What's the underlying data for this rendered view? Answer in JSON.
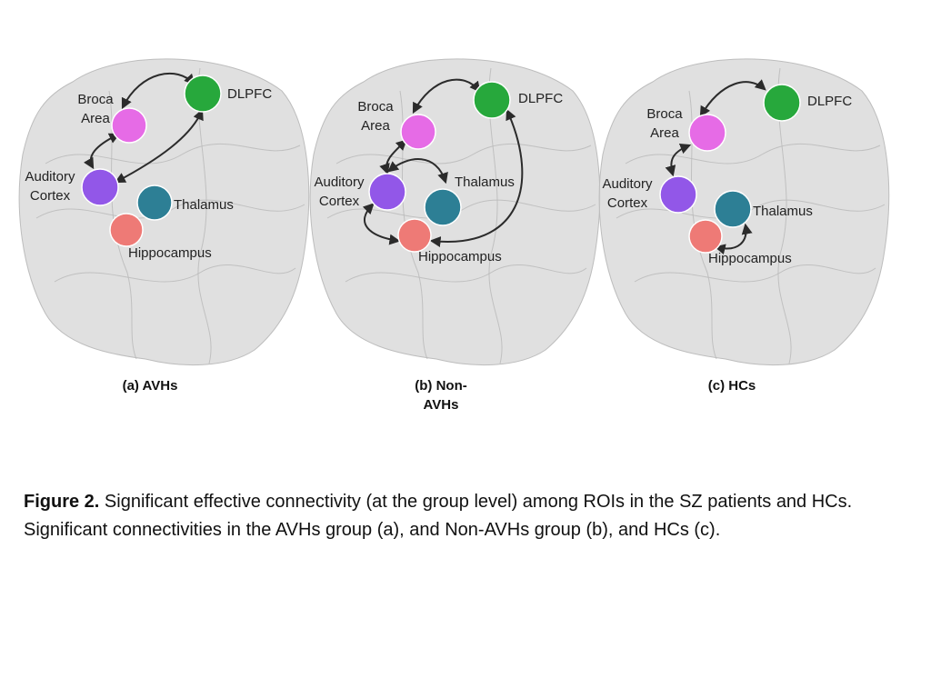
{
  "colors": {
    "broca": "#e66be6",
    "dlpfc": "#27a83c",
    "auditory": "#9257e8",
    "thalamus": "#2d7f95",
    "hippocampus": "#ee7a76",
    "arrow": "#2b2b2b",
    "brain": "#d6d6d6"
  },
  "regions": {
    "broca": "Broca Area",
    "broca_line1": "Broca",
    "broca_line2": "Area",
    "dlpfc": "DLPFC",
    "auditory_line1": "Auditory",
    "auditory_line2": "Cortex",
    "thalamus": "Thalamus",
    "hippocampus": "Hippocampus"
  },
  "panels": [
    {
      "id": "a",
      "subcaption": "(a) AVHs",
      "connections": [
        [
          "broca",
          "dlpfc"
        ],
        [
          "broca",
          "auditory"
        ],
        [
          "auditory",
          "dlpfc"
        ]
      ]
    },
    {
      "id": "b",
      "subcaption": "(b) Non-AVHs",
      "subcaption_line1": "(b) Non-",
      "subcaption_line2": "AVHs",
      "connections": [
        [
          "broca",
          "dlpfc"
        ],
        [
          "broca",
          "auditory"
        ],
        [
          "auditory",
          "thalamus"
        ],
        [
          "auditory",
          "hippocampus"
        ],
        [
          "hippocampus",
          "dlpfc"
        ]
      ]
    },
    {
      "id": "c",
      "subcaption": "(c) HCs",
      "connections": [
        [
          "broca",
          "dlpfc"
        ],
        [
          "broca",
          "auditory"
        ],
        [
          "hippocampus",
          "thalamus"
        ]
      ]
    }
  ],
  "caption": {
    "label": "Figure 2.",
    "text": " Significant effective connectivity (at the group level) among ROIs in the SZ patients and HCs.",
    "line2": "Significant connectivities in the AVHs group (a), and Non-AVHs group (b), and HCs (c)."
  }
}
